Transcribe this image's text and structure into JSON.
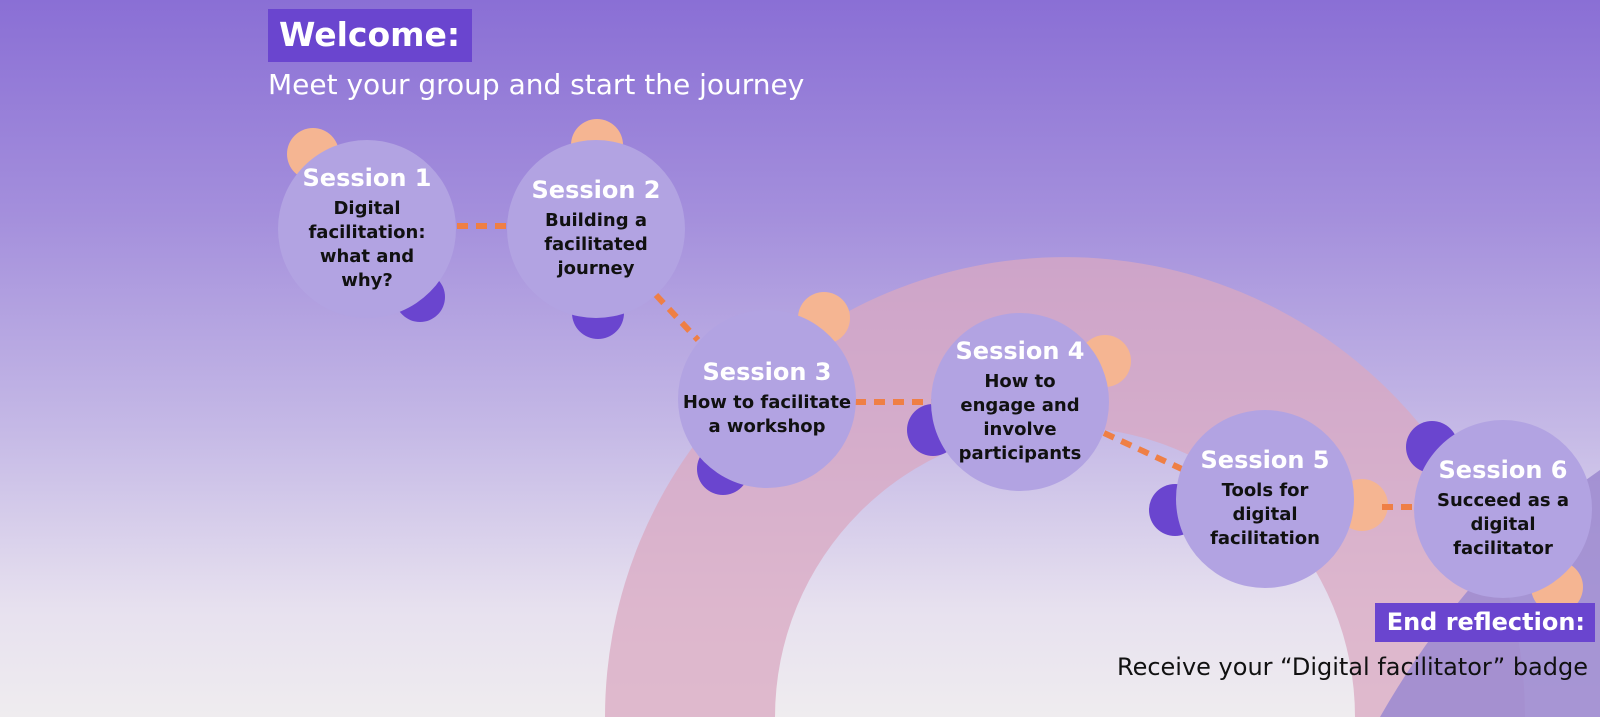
{
  "header": {
    "badge_label": "Welcome:",
    "subtitle": "Meet your group and start the journey"
  },
  "sessions": [
    {
      "title": "Session 1",
      "description": "Digital facilitation: what and why?"
    },
    {
      "title": "Session 2",
      "description": "Building a facilitated journey"
    },
    {
      "title": "Session 3",
      "description": "How to facilitate a workshop"
    },
    {
      "title": "Session 4",
      "description": "How to engage and involve participants"
    },
    {
      "title": "Session 5",
      "description": "Tools for digital facilitation"
    },
    {
      "title": "Session 6",
      "description": "Succeed as a digital facilitator"
    }
  ],
  "footer": {
    "badge_label": "End reflection:",
    "text": "Receive your “Digital facilitator” badge"
  },
  "colors": {
    "accent_purple": "#6a45cf",
    "circle_fill": "#b2a3e2",
    "peach": "#f5b592",
    "connector_orange": "#ef7f45",
    "arc_pink": "#d9a8c2"
  }
}
